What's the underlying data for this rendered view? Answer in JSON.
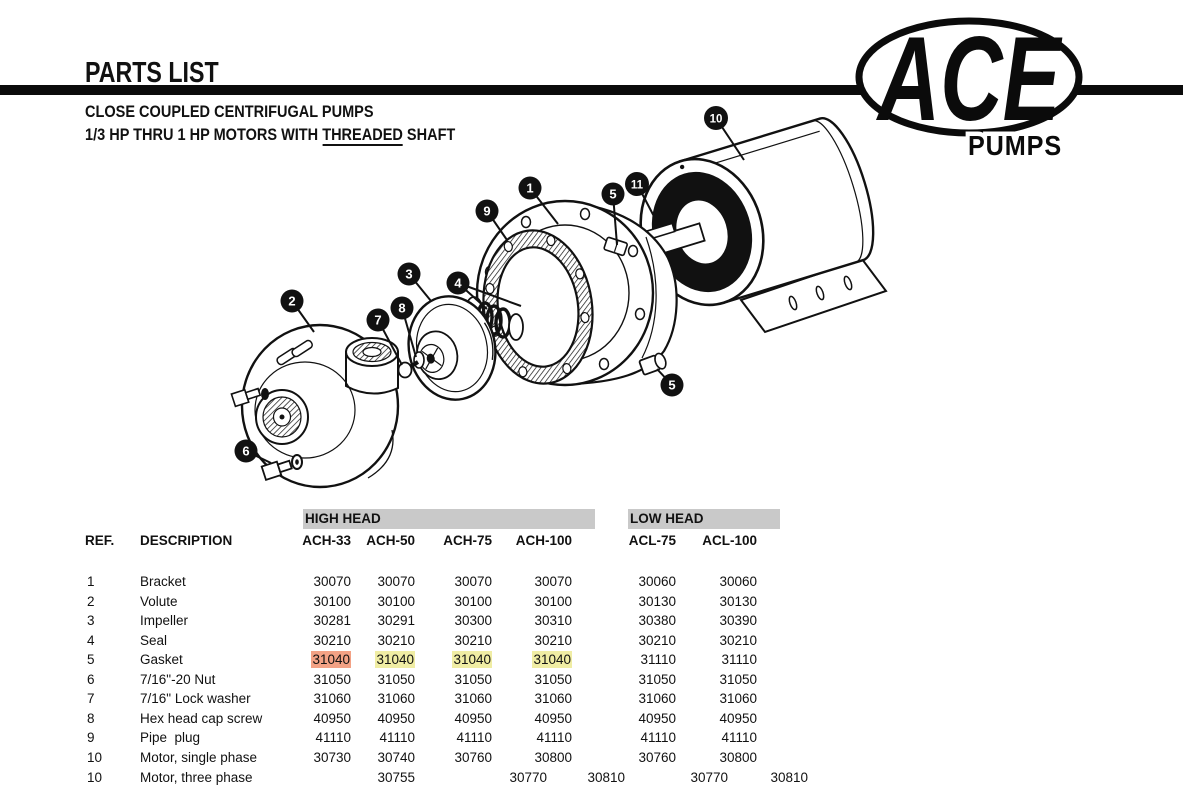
{
  "header": {
    "title": "PARTS LIST",
    "subtitle1": "CLOSE COUPLED CENTRIFUGAL PUMPS",
    "subtitle2_pre": "1/3 HP THRU 1 HP MOTORS WITH ",
    "subtitle2_underlined": "THREADED",
    "subtitle2_post": " SHAFT"
  },
  "logo": {
    "brand": "ACE",
    "word": "PUMPS"
  },
  "diagram": {
    "callouts": [
      "1",
      "2",
      "3",
      "4",
      "5",
      "5",
      "6",
      "7",
      "8",
      "9",
      "10",
      "11"
    ]
  },
  "table": {
    "group_headers": [
      "HIGH HEAD",
      "LOW HEAD"
    ],
    "columns": [
      "REF.",
      "DESCRIPTION",
      "ACH-33",
      "ACH-50",
      "ACH-75",
      "ACH-100",
      "ACL-75",
      "ACL-100"
    ],
    "rows": [
      {
        "ref": "1",
        "desc": "Bracket",
        "cells": [
          "30070",
          "30070",
          "30070",
          "30070",
          "30060",
          "30060"
        ]
      },
      {
        "ref": "2",
        "desc": "Volute",
        "cells": [
          "30100",
          "30100",
          "30100",
          "30100",
          "30130",
          "30130"
        ]
      },
      {
        "ref": "3",
        "desc": "Impeller",
        "cells": [
          "30281",
          "30291",
          "30300",
          "30310",
          "30380",
          "30390"
        ]
      },
      {
        "ref": "4",
        "desc": "Seal",
        "cells": [
          "30210",
          "30210",
          "30210",
          "30210",
          "30210",
          "30210"
        ]
      },
      {
        "ref": "5",
        "desc": "Gasket",
        "cells": [
          "31040",
          "31040",
          "31040",
          "31040",
          "31110",
          "31110"
        ],
        "highlights": [
          "current",
          "match",
          "match",
          "match",
          null,
          null
        ]
      },
      {
        "ref": "6",
        "desc": "7/16\"-20 Nut",
        "cells": [
          "31050",
          "31050",
          "31050",
          "31050",
          "31050",
          "31050"
        ]
      },
      {
        "ref": "7",
        "desc": "7/16\" Lock washer",
        "cells": [
          "31060",
          "31060",
          "31060",
          "31060",
          "31060",
          "31060"
        ]
      },
      {
        "ref": "8",
        "desc": "Hex head cap screw",
        "cells": [
          "40950",
          "40950",
          "40950",
          "40950",
          "40950",
          "40950"
        ]
      },
      {
        "ref": "9",
        "desc": "Pipe  plug",
        "cells": [
          "41110",
          "41110",
          "41110",
          "41110",
          "41110",
          "41110"
        ]
      },
      {
        "ref": "10",
        "desc": "Motor, single phase",
        "cells": [
          "30730",
          "30740",
          "30760",
          "30800",
          "30760",
          "30800"
        ]
      },
      {
        "ref": "10",
        "desc": "Motor, three phase",
        "cells": [
          "",
          "30755",
          "",
          "30770",
          "30810",
          "30770",
          "30810"
        ]
      }
    ]
  },
  "colors": {
    "highlight_current": "#f3a285",
    "highlight_match": "#f0eda4",
    "header_bar": "#c9c9c9",
    "ink": "#111111"
  }
}
